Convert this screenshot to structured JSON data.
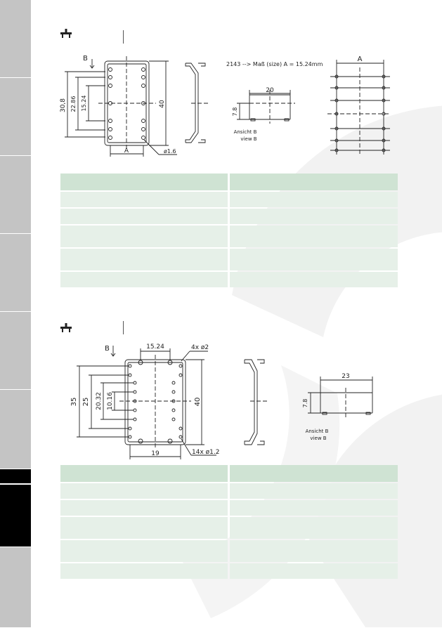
{
  "drawing1": {
    "label_b": "B",
    "note": "2143 --> Maß (size) A = 15.24mm",
    "dim_a_bottom": "A",
    "dim_a_top": "A",
    "dim_30_8": "30,8",
    "dim_22_86": "22.86",
    "dim_15_24": "15.24",
    "dim_40": "40",
    "dim_hole": "ø1.6",
    "dim_20": "20",
    "dim_7_8": "7.8",
    "view_de": "Ansicht B",
    "view_en": "view B"
  },
  "drawing2": {
    "label_b": "B",
    "dim_15_24": "15.24",
    "dim_4x": "4x  ø2",
    "dim_35": "35",
    "dim_25": "25",
    "dim_20_32": "20.32",
    "dim_10_16": "10.16",
    "dim_40": "40",
    "dim_19": "19",
    "dim_14x": "14x  ø1.2",
    "dim_23": "23",
    "dim_7_8": "7.8",
    "view_de": "Ansicht B",
    "view_en": "view B"
  },
  "colors": {
    "table_header": "#cfe3d3",
    "table_row": "#e6f0e8",
    "sidebar_tab": "#c4c4c4",
    "sidebar_active": "#000000"
  },
  "icons": [
    "pin-icon"
  ]
}
